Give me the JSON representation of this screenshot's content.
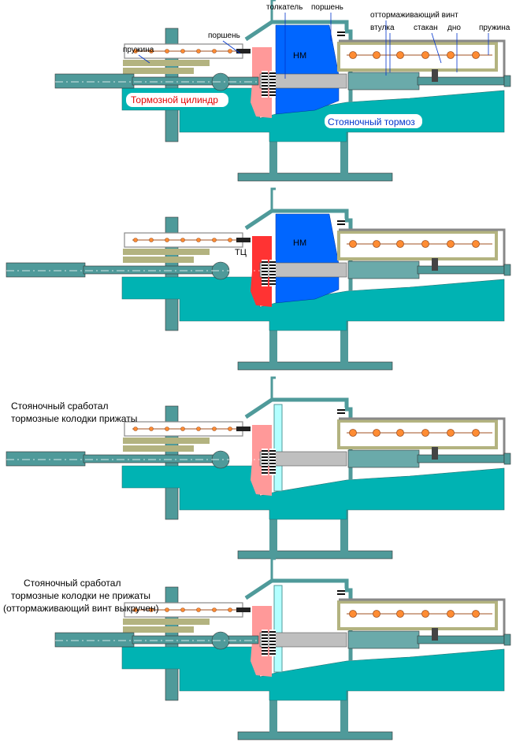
{
  "labels": {
    "spring_left": "пружина",
    "piston_left": "поршень",
    "pusher": "толкатель",
    "piston_right": "поршень",
    "release_screw": "оттормаживающий винт",
    "sleeve": "втулка",
    "cup": "стакан",
    "bottom": "дно",
    "spring_right": "пружина",
    "brake_cylinder": "Тормозной цилиндр",
    "parking_brake": "Стояночный тормоз",
    "nm": "НМ",
    "tc": "ТЦ"
  },
  "captions": {
    "state3_line1": "Стояночный сработал",
    "state3_line2": "тормозные колодки прижаты",
    "state4_line1": "Стояночный сработал",
    "state4_line2": "тормозные колодки не прижаты",
    "state4_line3": "(оттормаживающий винт выкручен)"
  },
  "colors": {
    "teal": "#00b3b3",
    "steel": "#4f9a9a",
    "pink": "#ff9999",
    "red": "#ff3333",
    "blue": "#0066ff",
    "olive": "#b3b380",
    "spring_dot": "#ff8c33",
    "label_red": "#e60000",
    "label_blue": "#0033cc"
  }
}
